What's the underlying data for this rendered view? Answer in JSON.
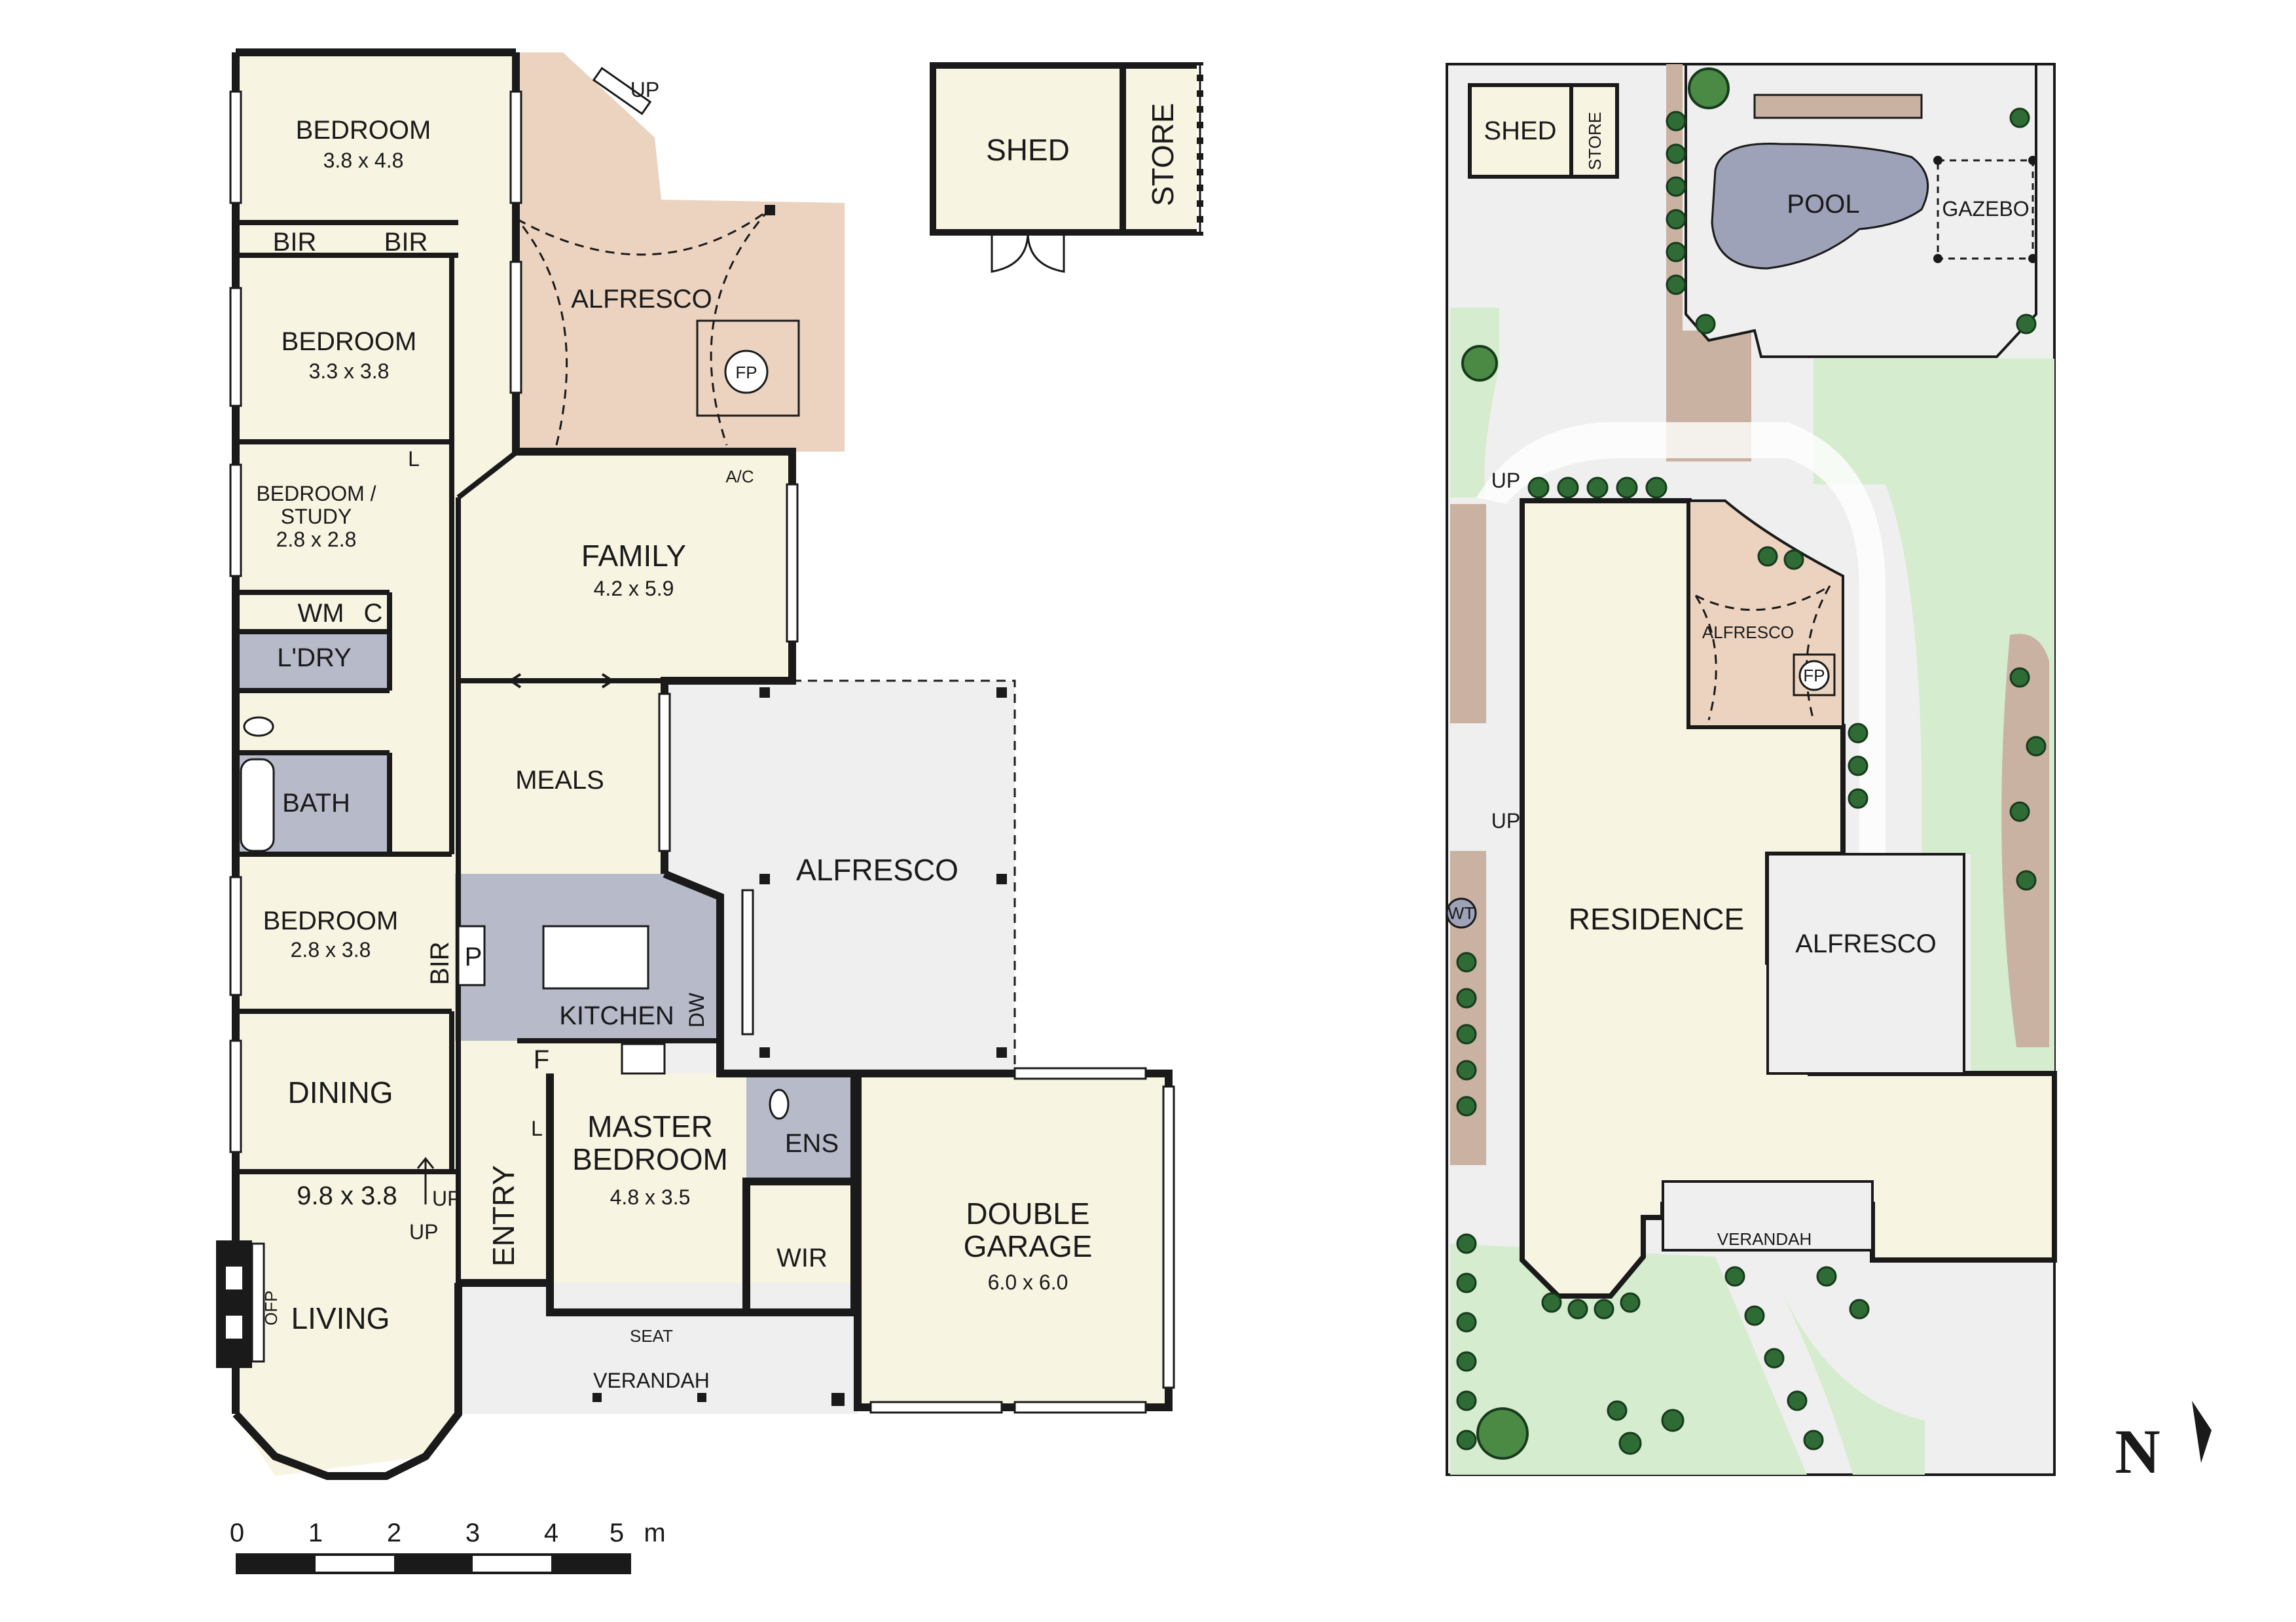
{
  "floor_plan": {
    "rooms": {
      "bedroom1": {
        "name": "BEDROOM",
        "size": "3.8 x 4.8"
      },
      "bir1": "BIR",
      "bir2": "BIR",
      "bedroom2": {
        "name": "BEDROOM",
        "size": "3.3 x 3.8"
      },
      "linen1": "L",
      "study": {
        "name_line1": "BEDROOM /",
        "name_line2": "STUDY",
        "size": "2.8 x 2.8"
      },
      "wm": "WM",
      "cupboard": "C",
      "laundry": "L'DRY",
      "bath": "BATH",
      "bedroom3": {
        "name": "BEDROOM",
        "size": "2.8 x 3.8"
      },
      "bir3": "BIR",
      "pantry": "P",
      "dining": "DINING",
      "living": {
        "name": "LIVING",
        "size": "9.8 x 3.8"
      },
      "ofp": "OFP",
      "entry": "ENTRY",
      "family": {
        "name": "FAMILY",
        "size": "4.2 x 5.9"
      },
      "meals": "MEALS",
      "kitchen": "KITCHEN",
      "dw": "DW",
      "fridge": "F",
      "alfresco_rear": "ALFRESCO",
      "fireplace": "FP",
      "ac": "A/C",
      "alfresco_side": "ALFRESCO",
      "master": {
        "name_line1": "MASTER",
        "name_line2": "BEDROOM",
        "size": "4.8 x 3.5"
      },
      "linen2": "L",
      "ensuite": "ENS",
      "wir": "WIR",
      "seat": "SEAT",
      "verandah": "VERANDAH",
      "garage": {
        "name_line1": "DOUBLE",
        "name_line2": "GARAGE",
        "size": "6.0 x 6.0"
      },
      "shed": "SHED",
      "store": "STORE"
    },
    "markers": {
      "up_top": "UP",
      "up_living1": "UP",
      "up_living2": "UP"
    },
    "scale": {
      "ticks": [
        "0",
        "1",
        "2",
        "3",
        "4",
        "5"
      ],
      "unit": "m"
    }
  },
  "site_plan": {
    "shed": "SHED",
    "store": "STORE",
    "pool": "POOL",
    "gazebo": "GAZEBO",
    "up1": "UP",
    "up2": "UP",
    "alfresco_small": "ALFRESCO",
    "fp": "FP",
    "residence": "RESIDENCE",
    "alfresco": "ALFRESCO",
    "wt": "WT",
    "verandah": "VERANDAH"
  },
  "compass": {
    "label": "N"
  },
  "colors": {
    "room_fill": "#f8f4e2",
    "alfresco_fill": "#ebd3c0",
    "outdoor_fill": "#efefef",
    "wet_fill": "#b6bac9",
    "lawn": "#d6eccf",
    "path_fill": "#c9b2a2",
    "pool_fill": "#9ea2b8"
  }
}
